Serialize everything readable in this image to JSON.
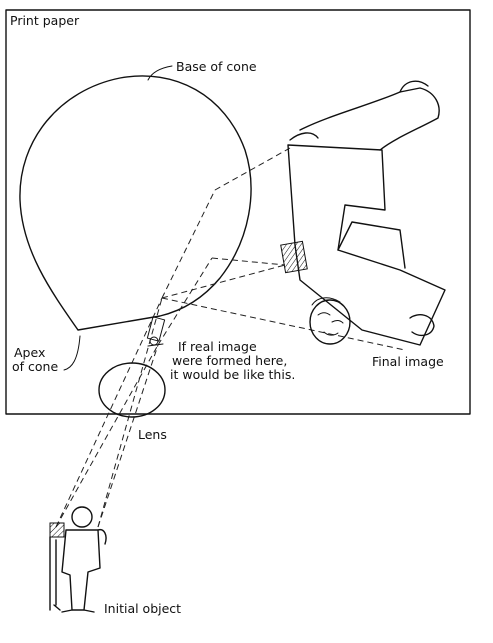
{
  "labels": {
    "print_paper": "Print paper",
    "base_of_cone": "Base of cone",
    "apex_line1": "Apex",
    "apex_line2": "of cone",
    "note_line1": "If real image",
    "note_line2": "were formed here,",
    "note_line3": "it would be like this.",
    "final_image": "Final image",
    "lens": "Lens",
    "initial_object": "Initial object"
  }
}
